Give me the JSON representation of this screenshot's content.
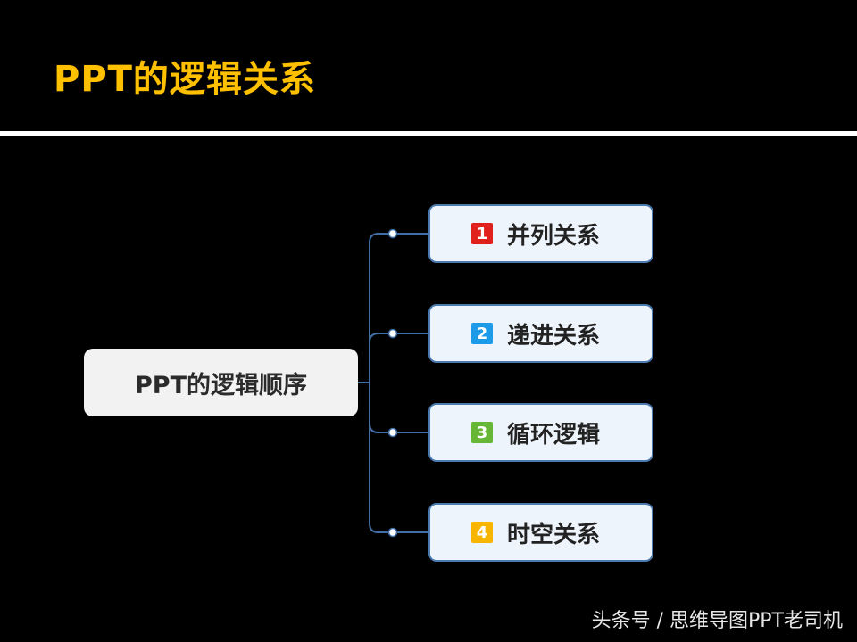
{
  "slide": {
    "title": "PPT的逻辑关系",
    "watermark": "头条号 / 思维导图PPT老司机"
  },
  "mindmap": {
    "root": "PPT的逻辑顺序",
    "branches": [
      {
        "number": "1",
        "label": "并列关系",
        "color": "#E0201B"
      },
      {
        "number": "2",
        "label": "递进关系",
        "color": "#1E9BE8"
      },
      {
        "number": "3",
        "label": "循环逻辑",
        "color": "#67B636"
      },
      {
        "number": "4",
        "label": "时空关系",
        "color": "#F7B500"
      }
    ]
  },
  "colors": {
    "title": "#FFC000",
    "background": "#000000",
    "connector": "#3F6FA6"
  }
}
